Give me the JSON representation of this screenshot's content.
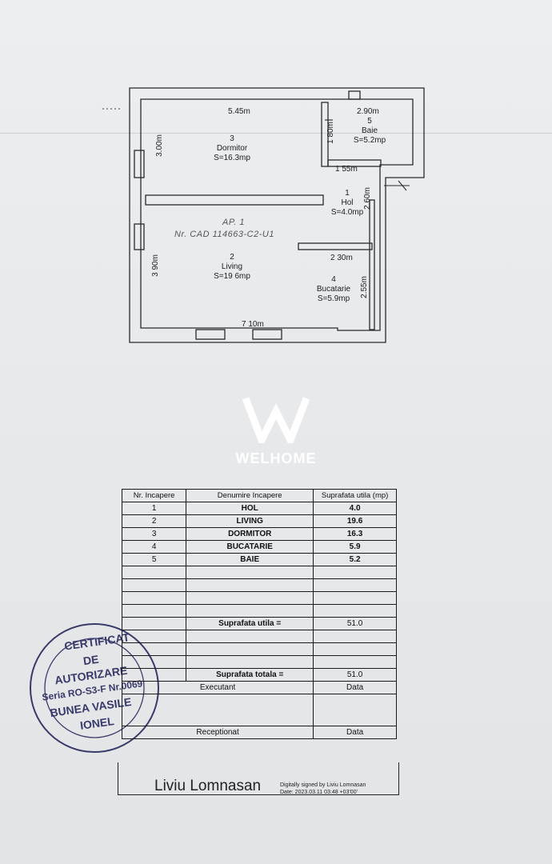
{
  "plan": {
    "rooms": [
      {
        "num": "3",
        "name": "Dormitor",
        "area": "S=16.3mp"
      },
      {
        "num": "5",
        "name": "Baie",
        "area": "S=5.2mp"
      },
      {
        "num": "1",
        "name": "Hol",
        "area": "S=4.0mp"
      },
      {
        "num": "2",
        "name": "Living",
        "area": "S=19 6mp"
      },
      {
        "num": "4",
        "name": "Bucatarie",
        "area": "S=5.9mp"
      }
    ],
    "dimensions": {
      "d1": "5.45m",
      "d2": "2.90m",
      "d3": "3.00m",
      "d4": "1 80m",
      "d5": "1 55m",
      "d6": "2.60m",
      "d7": "2 30m",
      "d8": "3 90m",
      "d9": "2.55m",
      "d10": "7 10m"
    },
    "ap_line1": "AP. 1",
    "ap_line2": "Nr. CAD 114663-C2-U1"
  },
  "watermark": {
    "brand": "WELHOME",
    "color": "#ffffff"
  },
  "table": {
    "headers": [
      "Nr. Incapere",
      "Denumire Incapere",
      "Suprafata utila (mp)"
    ],
    "rows": [
      [
        "1",
        "HOL",
        "4.0"
      ],
      [
        "2",
        "LIVING",
        "19.6"
      ],
      [
        "3",
        "DORMITOR",
        "16.3"
      ],
      [
        "4",
        "BUCATARIE",
        "5.9"
      ],
      [
        "5",
        "BAIE",
        "5.2"
      ]
    ],
    "suprafata_utila_label": "Suprafata utila =",
    "suprafata_utila_value": "51.0",
    "suprafata_totala_label": "Suprafata totala =",
    "suprafata_totala_value": "51.0",
    "executant": "Executant",
    "receptionat": "Receptionat",
    "data_label": "Data",
    "signature_name": "Liviu Lomnasan",
    "digital_line1": "Digitally signed by Liviu Lomnasan",
    "digital_line2": "Date: 2023.03.11 03:48 +03'00'"
  },
  "stamp": {
    "lines": [
      "CERTIFICAT",
      "DE",
      "AUTORIZARE",
      "Seria RO-S3-F Nr.0069",
      "BUNEA VASILE",
      "IONEL"
    ]
  }
}
